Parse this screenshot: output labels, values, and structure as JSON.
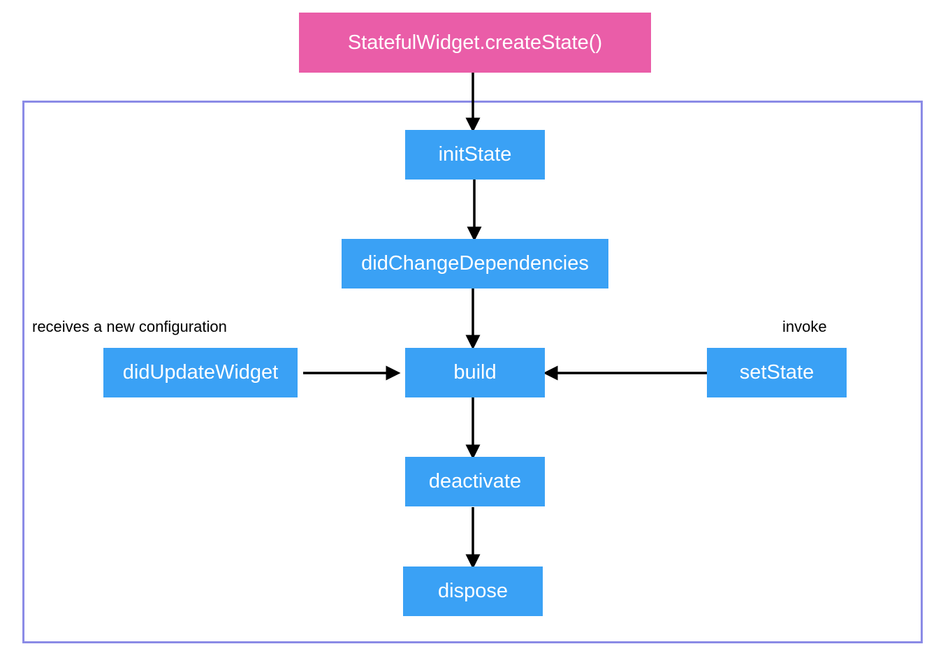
{
  "nodes": {
    "create_state": "StatefulWidget.createState()",
    "init_state": "initState",
    "did_change_dependencies": "didChangeDependencies",
    "build": "build",
    "did_update_widget": "didUpdateWidget",
    "set_state": "setState",
    "deactivate": "deactivate",
    "dispose": "dispose"
  },
  "labels": {
    "new_config": "receives a new configuration",
    "invoke": "invoke"
  },
  "colors": {
    "entry_node": "#ea5da8",
    "lifecycle_node": "#3aa1f5",
    "state_frame": "#8b8be6",
    "arrow": "#000000"
  },
  "edges": [
    [
      "create_state",
      "init_state"
    ],
    [
      "init_state",
      "did_change_dependencies"
    ],
    [
      "did_change_dependencies",
      "build"
    ],
    [
      "did_update_widget",
      "build"
    ],
    [
      "set_state",
      "build"
    ],
    [
      "build",
      "deactivate"
    ],
    [
      "deactivate",
      "dispose"
    ]
  ]
}
